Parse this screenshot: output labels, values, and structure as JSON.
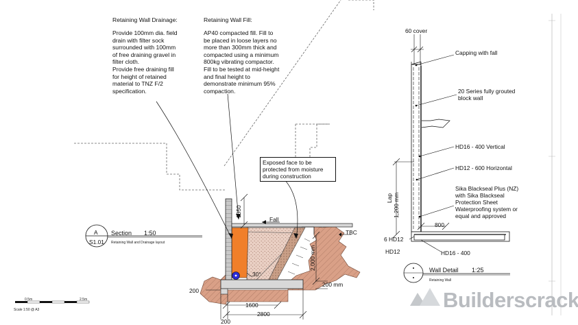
{
  "section_notes": {
    "drainage_title": "Retaining Wall Drainage:",
    "drainage_text": "Provide 100mm dia. field\ndrain with filter sock\nsurrounded with 100mm\nof free draining gravel in\nfilter cloth.\nProvide free draining fill\nfor height of retained\nmaterial to TNZ F/2\nspecification.",
    "fill_title": "Retaining Wall Fill:",
    "fill_text": "AP40 compacted fill. Fill to\nbe placed in loose layers no\nmore than 300mm thick and\ncompacted using a minimum\n800kg vibrating compactor.\nFill to be tested at mid-height\nand final height to\ndemonstrate minimum 95%\ncompaction.",
    "exposed_face": "Exposed face to be\nprotected from moisture\nduring construction"
  },
  "section_dims": {
    "d1050": "1050",
    "fall": "Fall",
    "tbc": "TBC",
    "d2000": "2,000 mm",
    "angle": "30°",
    "d200mm": "200 mm",
    "d200_left": "200",
    "d1600": "1600",
    "d2800": "2800",
    "d200_bottom": "200"
  },
  "section_title": {
    "letter": "A",
    "number": "S1.01",
    "name": "Section",
    "scale": "1:50",
    "subtitle": "Retaining Wall and Drainage layout"
  },
  "scale_bar": {
    "left": "0.5m",
    "right": "2.5m",
    "note": "Scale 1:50 @ A3"
  },
  "wall_detail": {
    "cover": "60 cover",
    "capping": "Capping with fall",
    "block": "20 Series fully grouted\nblock wall",
    "hd16v": "HD16 - 400 Vertical",
    "hd12h": "HD12 - 600 Horizontal",
    "sika": "Sika Blackseal Plus (NZ)\nwith Sika Blackseal\nProtection Sheet\nWaterproofing system or\nequal and approved",
    "lap": "Lap",
    "lap_dim": "1,200 mm",
    "d800": "800",
    "hd12_6": "6 HD12",
    "hd16_400": "HD16 - 400",
    "hd12": "HD12",
    "title": "Wall Detail",
    "scale": "1:25",
    "subtitle": "Retaining Wall"
  },
  "brand": {
    "logo_text": "Builderscrack",
    "logo_color": "#b9bcc0"
  },
  "colors": {
    "drain_orange": "#f07f2a",
    "fill_pattern": "#e7c9bc",
    "soil": "#d79f86",
    "pipe": "#2b2bd6"
  }
}
